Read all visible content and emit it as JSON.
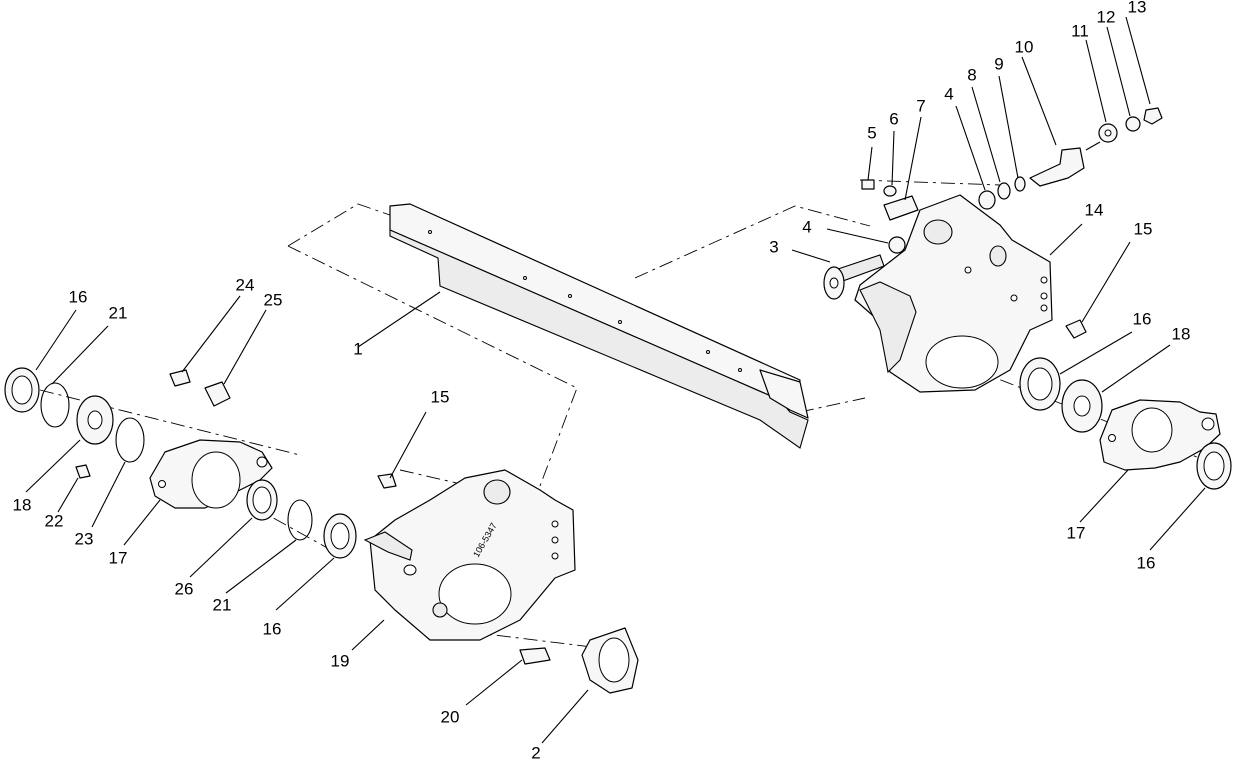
{
  "diagram": {
    "callouts": {
      "c1": "1",
      "c2": "2",
      "c3": "3",
      "c4a": "4",
      "c4b": "4",
      "c5": "5",
      "c6": "6",
      "c7": "7",
      "c8": "8",
      "c9": "9",
      "c10": "10",
      "c11": "11",
      "c12": "12",
      "c13": "13",
      "c14": "14",
      "c15a": "15",
      "c15b": "15",
      "c16a": "16",
      "c16b": "16",
      "c16c": "16",
      "c16d": "16",
      "c17a": "17",
      "c17b": "17",
      "c18a": "18",
      "c18b": "18",
      "c19": "19",
      "c20": "20",
      "c21a": "21",
      "c21b": "21",
      "c22": "22",
      "c23": "23",
      "c24": "24",
      "c25": "25",
      "c26": "26"
    },
    "plate_stamp": "106-5347",
    "colors": {
      "line": "#000000",
      "fill": "#f7f7f7",
      "background": "#ffffff"
    }
  }
}
